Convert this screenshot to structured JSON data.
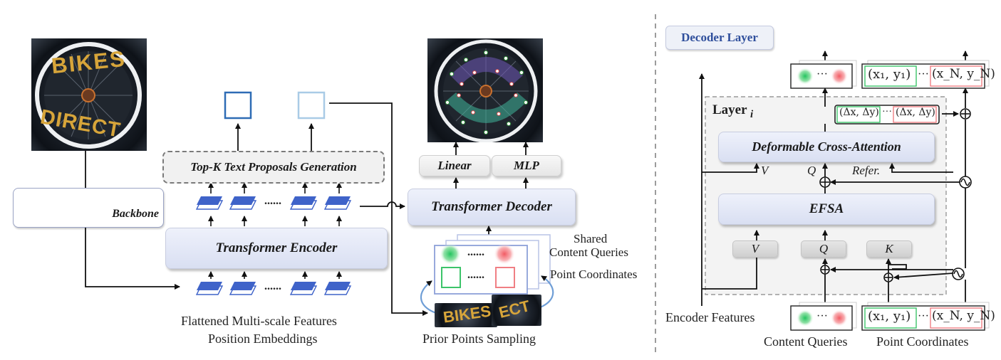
{
  "left": {
    "backbone_label": "Backbone",
    "encoder_label": "Transformer Encoder",
    "proposals_label": "Top-K Text Proposals Generation",
    "dots_label": "......",
    "features_caption_line1": "Flattened Multi-scale Features",
    "features_caption_line2": "Position Embeddings",
    "sign_text_top": "BIKES",
    "sign_text_bottom": "DIRECT"
  },
  "middle": {
    "linear_label": "Linear",
    "mlp_label": "MLP",
    "decoder_label": "Transformer Decoder",
    "shared_queries_line1": "Shared",
    "shared_queries_line2": "Content Queries",
    "point_coordinates_label": "Point Coordinates",
    "prior_points_label": "Prior Points Sampling",
    "dots_label": "......",
    "crop_text_1": "BIKES",
    "crop_text_2": "ECT"
  },
  "right": {
    "title": "Decoder Layer",
    "layer_label": "Layer",
    "layer_subscript": "i",
    "deformable_label": "Deformable Cross-Attention",
    "efsa_label": "EFSA",
    "v_label": "V",
    "q_label": "Q",
    "refer_label": "Refer.",
    "chip_v": "V",
    "chip_q": "Q",
    "chip_k": "K",
    "delta_first": "(Δx, Δy)",
    "delta_last": "(Δx, Δy)",
    "coord_first": "(x₁, y₁)",
    "coord_last": "(x_N, y_N)",
    "dots": "···",
    "encoder_features_label": "Encoder Features",
    "content_queries_label": "Content Queries",
    "point_coordinates_label": "Point Coordinates"
  },
  "colors": {
    "feature_blue": "#3f63c9",
    "proposal_dark": "#2e6cb5",
    "proposal_light": "#a9cbe6",
    "green_query": "#3cc46a",
    "red_query": "#f07f84",
    "pale_box": "#dfe4f4",
    "sign_gold": "#d7a53a"
  }
}
